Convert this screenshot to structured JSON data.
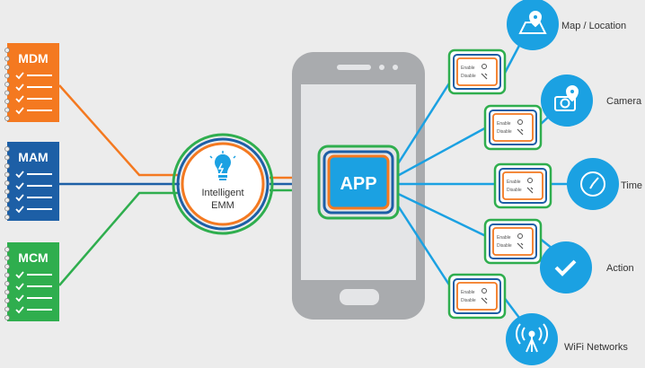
{
  "left_cards": [
    {
      "label": "MDM",
      "color": "#f47920"
    },
    {
      "label": "MAM",
      "color": "#1d5fa6"
    },
    {
      "label": "MCM",
      "color": "#2fae4e"
    }
  ],
  "emm": {
    "line1": "Intelligent",
    "line2": "EMM",
    "icon": "lightbulb-icon"
  },
  "app": {
    "label": "APP"
  },
  "badge": {
    "line1": "Enable",
    "line2": "Disable"
  },
  "right_items": [
    {
      "label": "Map / Location",
      "icon": "map-location-icon"
    },
    {
      "label": "Camera",
      "icon": "camera-icon"
    },
    {
      "label": "Time",
      "icon": "clock-icon"
    },
    {
      "label": "Action",
      "icon": "checkmark-icon"
    },
    {
      "label": "WiFi Networks",
      "icon": "wifi-antenna-icon"
    }
  ],
  "colors": {
    "orange": "#f47920",
    "blue": "#1d5fa6",
    "green": "#2fae4e",
    "cyan": "#1ba1e2",
    "phone": "#a9abae",
    "screen": "#e4e5e7",
    "bg": "#ececec"
  }
}
